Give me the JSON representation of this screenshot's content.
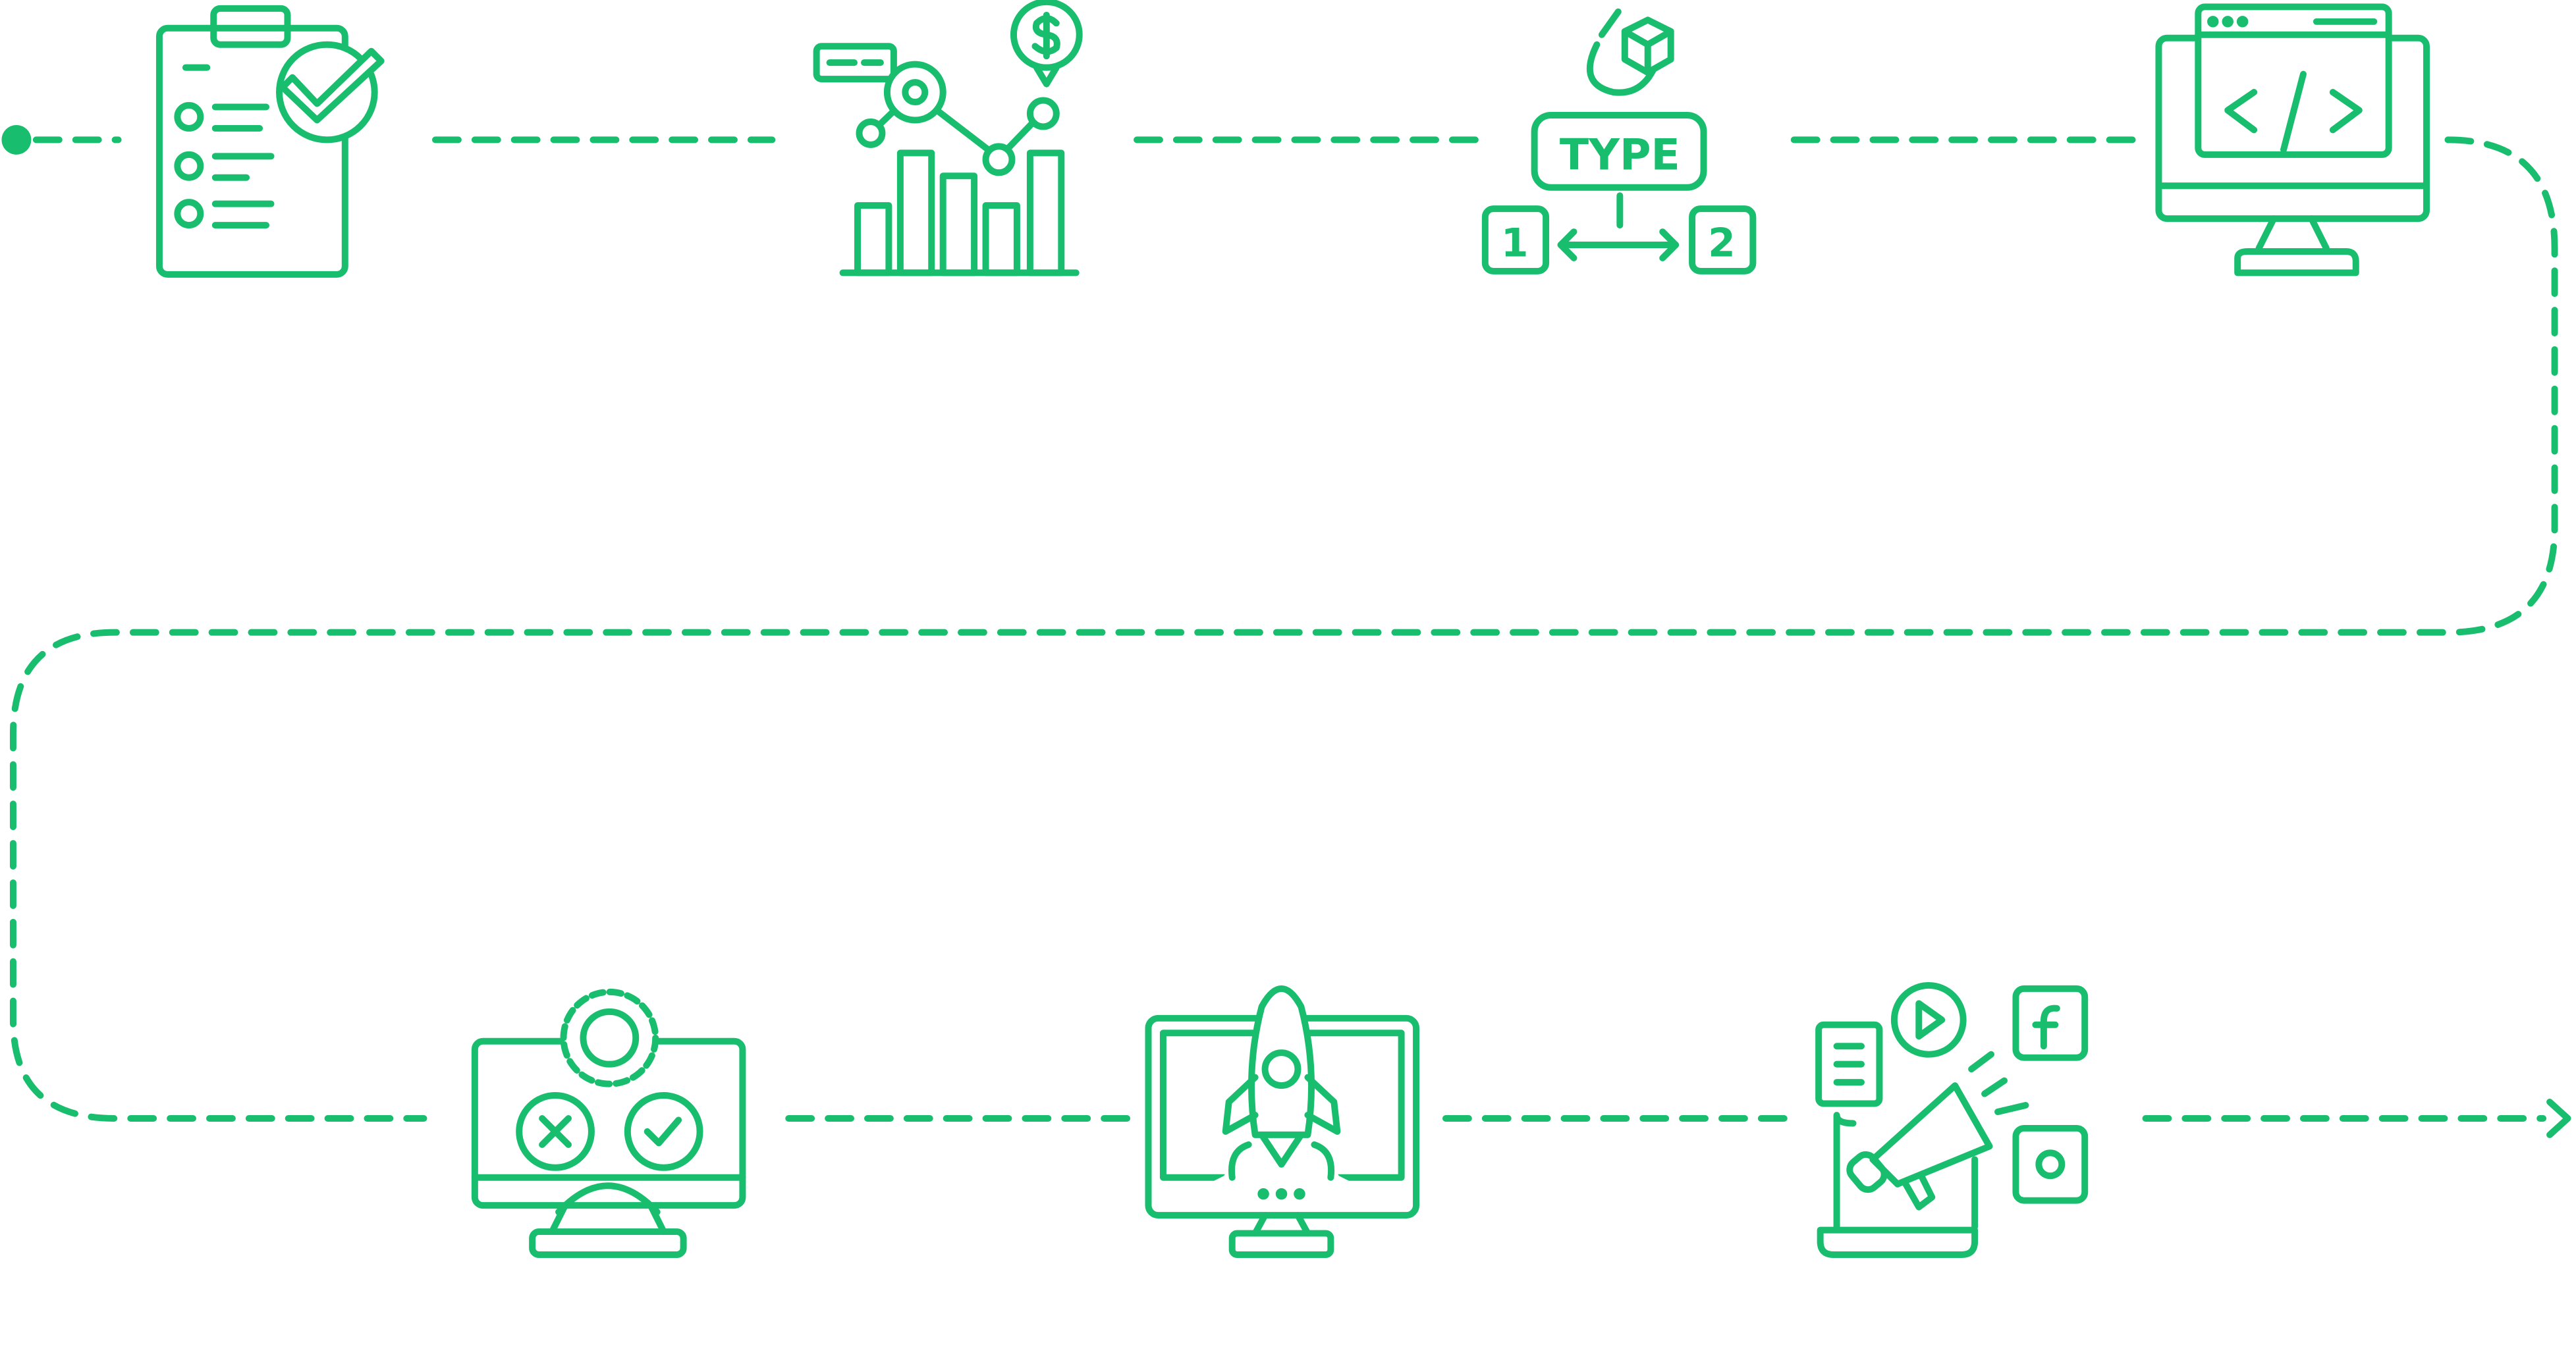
{
  "colors": {
    "accent": "#18BE6E",
    "background": "#ffffff"
  },
  "steps": [
    {
      "icon": "clipboard-checklist-icon"
    },
    {
      "icon": "analytics-chart-icon"
    },
    {
      "icon": "type-diagram-icon",
      "label": "TYPE",
      "left_number": "1",
      "right_number": "2"
    },
    {
      "icon": "code-monitor-icon"
    },
    {
      "icon": "monitor-settings-icon"
    },
    {
      "icon": "rocket-launch-icon"
    },
    {
      "icon": "digital-marketing-icon"
    }
  ]
}
